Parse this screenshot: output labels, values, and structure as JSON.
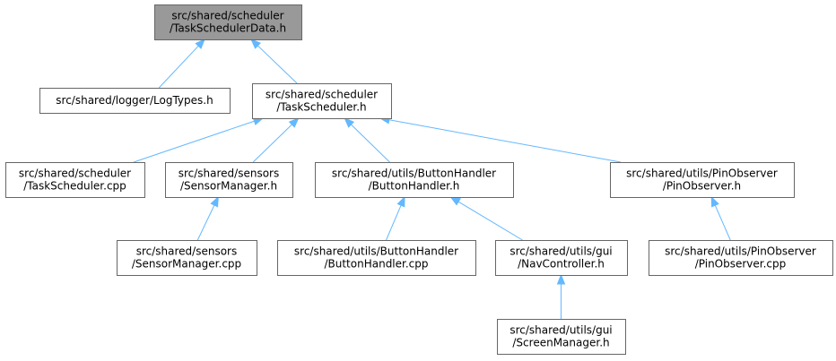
{
  "graph": {
    "nodes": [
      {
        "id": "task_scheduler_data_h",
        "lines": [
          "src/shared/scheduler",
          "/TaskSchedulerData.h"
        ],
        "root": true
      },
      {
        "id": "log_types_h",
        "lines": [
          "src/shared/logger/LogTypes.h"
        ]
      },
      {
        "id": "task_scheduler_h",
        "lines": [
          "src/shared/scheduler",
          "/TaskScheduler.h"
        ]
      },
      {
        "id": "task_scheduler_cpp",
        "lines": [
          "src/shared/scheduler",
          "/TaskScheduler.cpp"
        ]
      },
      {
        "id": "sensor_manager_h",
        "lines": [
          "src/shared/sensors",
          "/SensorManager.h"
        ]
      },
      {
        "id": "button_handler_h",
        "lines": [
          "src/shared/utils/ButtonHandler",
          "/ButtonHandler.h"
        ]
      },
      {
        "id": "pin_observer_h",
        "lines": [
          "src/shared/utils/PinObserver",
          "/PinObserver.h"
        ]
      },
      {
        "id": "sensor_manager_cpp",
        "lines": [
          "src/shared/sensors",
          "/SensorManager.cpp"
        ]
      },
      {
        "id": "button_handler_cpp",
        "lines": [
          "src/shared/utils/ButtonHandler",
          "/ButtonHandler.cpp"
        ]
      },
      {
        "id": "nav_controller_h",
        "lines": [
          "src/shared/utils/gui",
          "/NavController.h"
        ]
      },
      {
        "id": "pin_observer_cpp",
        "lines": [
          "src/shared/utils/PinObserver",
          "/PinObserver.cpp"
        ]
      },
      {
        "id": "screen_manager_h",
        "lines": [
          "src/shared/utils/gui",
          "/ScreenManager.h"
        ]
      }
    ],
    "edges": [
      {
        "from": "log_types_h",
        "to": "task_scheduler_data_h"
      },
      {
        "from": "task_scheduler_h",
        "to": "task_scheduler_data_h"
      },
      {
        "from": "task_scheduler_cpp",
        "to": "task_scheduler_h"
      },
      {
        "from": "sensor_manager_h",
        "to": "task_scheduler_h"
      },
      {
        "from": "button_handler_h",
        "to": "task_scheduler_h"
      },
      {
        "from": "pin_observer_h",
        "to": "task_scheduler_h"
      },
      {
        "from": "sensor_manager_cpp",
        "to": "sensor_manager_h"
      },
      {
        "from": "button_handler_cpp",
        "to": "button_handler_h"
      },
      {
        "from": "nav_controller_h",
        "to": "button_handler_h"
      },
      {
        "from": "pin_observer_cpp",
        "to": "pin_observer_h"
      },
      {
        "from": "screen_manager_h",
        "to": "nav_controller_h"
      }
    ]
  },
  "colors": {
    "root_fill": "#999999",
    "node_fill": "#ffffff",
    "node_border": "#666666",
    "edge": "#63b8ff"
  }
}
